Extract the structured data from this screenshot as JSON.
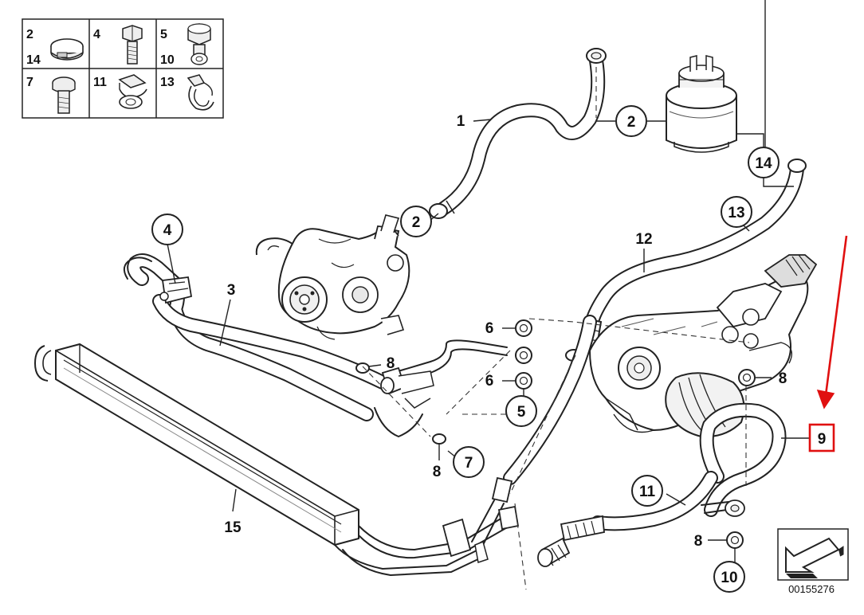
{
  "legend": {
    "cells": [
      {
        "nums": [
          "2",
          "14"
        ],
        "icon": "hose-clamp-icon"
      },
      {
        "nums": [
          "4"
        ],
        "icon": "hex-bolt-icon"
      },
      {
        "nums": [
          "5",
          "10"
        ],
        "icon": "banjo-bolt-icon"
      },
      {
        "nums": [
          "7"
        ],
        "icon": "hollow-bolt-icon"
      },
      {
        "nums": [
          "11"
        ],
        "icon": "bracket-clip-icon"
      },
      {
        "nums": [
          "13"
        ],
        "icon": "spring-clip-icon"
      }
    ]
  },
  "callouts": {
    "c1": "1",
    "c2_top": "2",
    "c2_mid": "2",
    "c3": "3",
    "c4": "4",
    "c5": "5",
    "c6_top": "6",
    "c6_bot": "6",
    "c7": "7",
    "c8_left": "8",
    "c8_low": "8",
    "c8_right": "8",
    "c8_bottom": "8",
    "c9": "9",
    "c10": "10",
    "c11": "11",
    "c12": "12",
    "c13": "13",
    "c14": "14",
    "c15": "15"
  },
  "diagram_code": "00155276",
  "highlight": {
    "target": "9",
    "color": "#e01010"
  },
  "direction_icon": "arrow-down-left-icon"
}
